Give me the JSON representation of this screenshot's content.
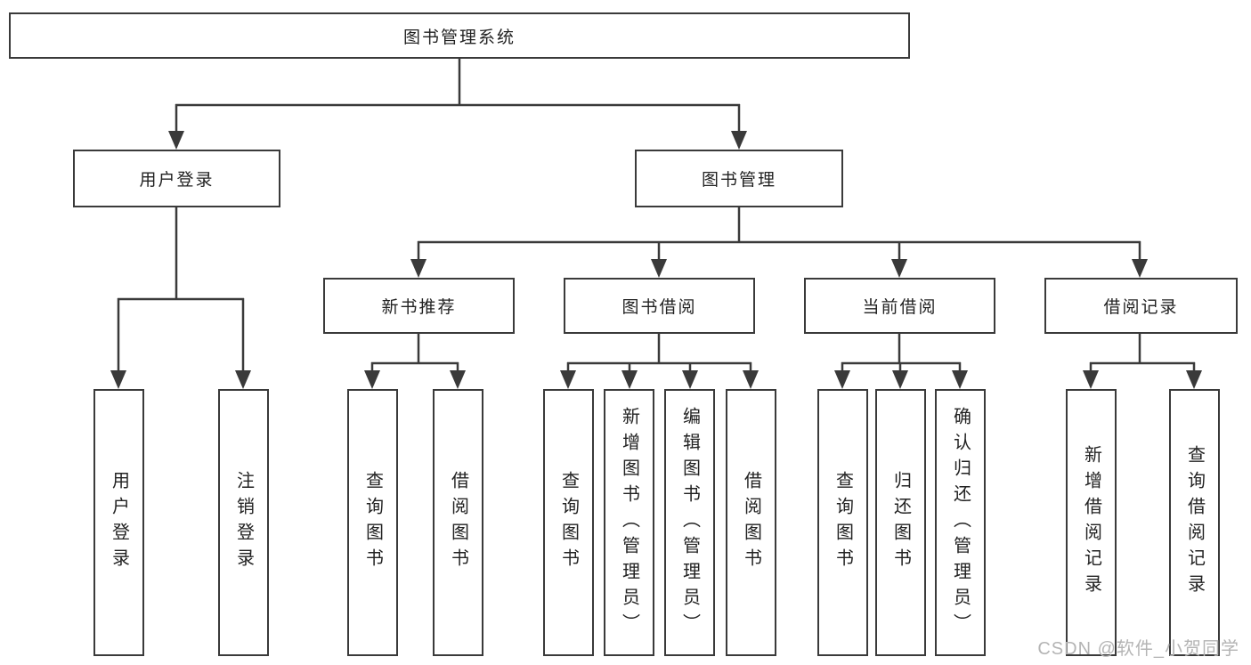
{
  "diagram": {
    "title": "图书管理系统",
    "nodes": {
      "root": "图书管理系统",
      "user_login": "用户登录",
      "book_management": "图书管理",
      "new_book_recommend": "新书推荐",
      "book_borrowing": "图书借阅",
      "current_borrowing": "当前借阅",
      "borrowing_records": "借阅记录",
      "leaves_user_login": [
        "用户登录",
        "注销登录"
      ],
      "leaves_new_book_recommend": [
        "查询图书",
        "借阅图书"
      ],
      "leaves_book_borrowing": [
        "查询图书",
        "新增图书（管理员）",
        "编辑图书（管理员）",
        "借阅图书"
      ],
      "leaves_current_borrowing": [
        "查询图书",
        "归还图书",
        "确认归还（管理员）"
      ],
      "leaves_borrowing_records": [
        "新增借阅记录",
        "查询借阅记录"
      ]
    },
    "colors": {
      "line": "#3a3a3a",
      "text": "#222222",
      "background": "#ffffff",
      "watermark": "#b4b4b4"
    },
    "watermark": "CSDN @软件_小贺同学"
  }
}
